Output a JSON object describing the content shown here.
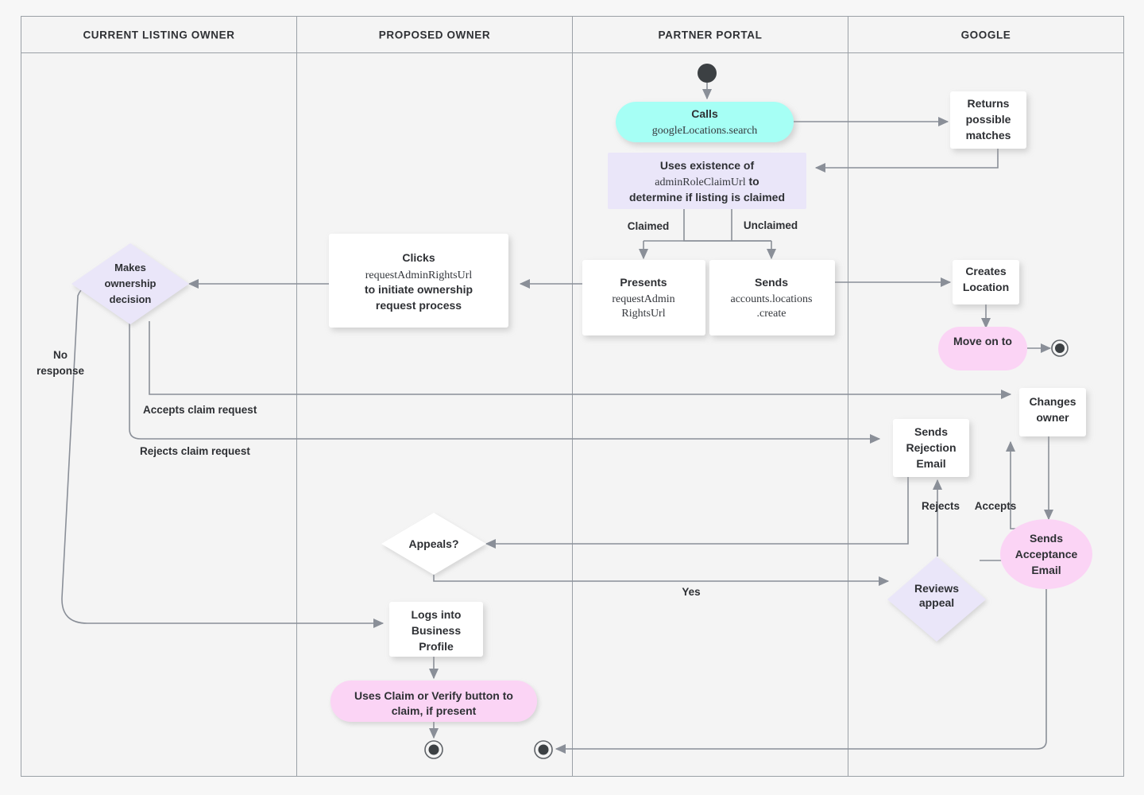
{
  "diagram": {
    "title": "Google Business Profile listing ownership transfer flow",
    "type": "swimlane-flowchart",
    "colors": {
      "background": "#f7f7f7",
      "lane_fill": "#f4f4f4",
      "lane_border": "#9aa0a6",
      "edge": "#8a8f98",
      "text": "#2e3034",
      "accent_cyan": "#a6fff5",
      "accent_lavender": "#eae6f9",
      "accent_pink": "#fbd4f5",
      "node_white": "#ffffff"
    }
  },
  "lanes": [
    {
      "id": "current-listing-owner",
      "title": "CURRENT LISTING OWNER"
    },
    {
      "id": "proposed-owner",
      "title": "PROPOSED OWNER"
    },
    {
      "id": "partner-portal",
      "title": "PARTNER PORTAL"
    },
    {
      "id": "google",
      "title": "GOOGLE"
    }
  ],
  "nodes": {
    "start_partner": {
      "shape": "start-state",
      "lane": "partner-portal",
      "label": ""
    },
    "calls_search": {
      "shape": "pill",
      "lane": "partner-portal",
      "style": "cyan",
      "line1": "Calls",
      "line2": "googleLocations.search"
    },
    "returns_matches": {
      "shape": "rect",
      "lane": "google",
      "style": "white",
      "lines": [
        "Returns",
        "possible",
        "matches"
      ]
    },
    "uses_existence": {
      "shape": "rect",
      "lane": "partner-portal",
      "style": "lavender",
      "line1": "Uses existence of",
      "line2_mono": "adminRoleClaimUrl",
      "line2_tail": " to",
      "line3": "determine if listing is claimed"
    },
    "presents_url": {
      "shape": "rect",
      "lane": "partner-portal",
      "style": "white",
      "line1": "Presents",
      "line2": "requestAdmin",
      "line3": "RightsUrl"
    },
    "sends_create": {
      "shape": "rect",
      "lane": "partner-portal",
      "style": "white",
      "line1": "Sends",
      "line2": "accounts.locations",
      "line3": ".create"
    },
    "clicks_url": {
      "shape": "rect",
      "lane": "proposed-owner",
      "style": "white",
      "line1": "Clicks",
      "line2_mono": "requestAdminRightsUrl",
      "line3": "to initiate ownership",
      "line4": "request process"
    },
    "makes_decision": {
      "shape": "diamond",
      "lane": "current-listing-owner",
      "style": "lavender",
      "lines": [
        "Makes",
        "ownership",
        "decision"
      ]
    },
    "creates_location": {
      "shape": "rect",
      "lane": "google",
      "style": "white",
      "lines": [
        "Creates",
        "Location"
      ]
    },
    "move_on_to": {
      "shape": "pill",
      "lane": "google",
      "style": "pink",
      "lines": [
        "Move on to"
      ]
    },
    "end_google": {
      "shape": "end-state",
      "lane": "google",
      "label": ""
    },
    "changes_owner": {
      "shape": "rect",
      "lane": "google",
      "style": "white",
      "lines": [
        "Changes",
        "owner"
      ]
    },
    "sends_rejection": {
      "shape": "rect",
      "lane": "google",
      "style": "white",
      "lines": [
        "Sends",
        "Rejection",
        "Email"
      ]
    },
    "sends_acceptance": {
      "shape": "ellipse",
      "lane": "google",
      "style": "pink",
      "lines": [
        "Sends",
        "Acceptance",
        "Email"
      ]
    },
    "appeals": {
      "shape": "diamond",
      "lane": "proposed-owner",
      "style": "white",
      "lines": [
        "Appeals?"
      ]
    },
    "reviews_appeal": {
      "shape": "diamond",
      "lane": "google",
      "style": "lavender",
      "lines": [
        "Reviews",
        "appeal"
      ]
    },
    "logs_into": {
      "shape": "rect",
      "lane": "proposed-owner",
      "style": "white",
      "lines": [
        "Logs into",
        "Business",
        "Profile"
      ]
    },
    "uses_claim": {
      "shape": "pill",
      "lane": "proposed-owner",
      "style": "pink",
      "line1": "Uses Claim or Verify button to",
      "line2": "claim, if present"
    },
    "end_proposed": {
      "shape": "end-state",
      "lane": "proposed-owner",
      "label": ""
    },
    "end_partner": {
      "shape": "end-state",
      "lane": "partner-portal",
      "label": ""
    }
  },
  "edge_labels": {
    "claimed": "Claimed",
    "unclaimed": "Unclaimed",
    "no_response_1": "No",
    "no_response_2": "response",
    "accepts_claim": "Accepts claim request",
    "rejects_claim": "Rejects claim request",
    "rejects": "Rejects",
    "accepts": "Accepts",
    "yes": "Yes"
  },
  "edges": [
    {
      "from": "start_partner",
      "to": "calls_search",
      "label": ""
    },
    {
      "from": "calls_search",
      "to": "returns_matches",
      "label": ""
    },
    {
      "from": "returns_matches",
      "to": "uses_existence",
      "label": ""
    },
    {
      "from": "uses_existence",
      "to": "presents_url",
      "label": "Claimed"
    },
    {
      "from": "uses_existence",
      "to": "sends_create",
      "label": "Unclaimed"
    },
    {
      "from": "presents_url",
      "to": "clicks_url",
      "label": ""
    },
    {
      "from": "clicks_url",
      "to": "makes_decision",
      "label": ""
    },
    {
      "from": "sends_create",
      "to": "creates_location",
      "label": ""
    },
    {
      "from": "creates_location",
      "to": "move_on_to",
      "label": ""
    },
    {
      "from": "move_on_to",
      "to": "end_google",
      "label": ""
    },
    {
      "from": "makes_decision",
      "to": "changes_owner",
      "label": "Accepts claim request"
    },
    {
      "from": "makes_decision",
      "to": "sends_rejection",
      "label": "Rejects claim request"
    },
    {
      "from": "makes_decision",
      "to": "logs_into",
      "label": "No response"
    },
    {
      "from": "changes_owner",
      "to": "sends_acceptance",
      "label": ""
    },
    {
      "from": "sends_rejection",
      "to": "appeals",
      "label": ""
    },
    {
      "from": "appeals",
      "to": "reviews_appeal",
      "label": "Yes"
    },
    {
      "from": "reviews_appeal",
      "to": "sends_rejection",
      "label": "Rejects"
    },
    {
      "from": "reviews_appeal",
      "to": "changes_owner",
      "label": "Accepts"
    },
    {
      "from": "logs_into",
      "to": "uses_claim",
      "label": ""
    },
    {
      "from": "uses_claim",
      "to": "end_proposed",
      "label": ""
    },
    {
      "from": "sends_acceptance",
      "to": "end_partner",
      "label": ""
    }
  ]
}
